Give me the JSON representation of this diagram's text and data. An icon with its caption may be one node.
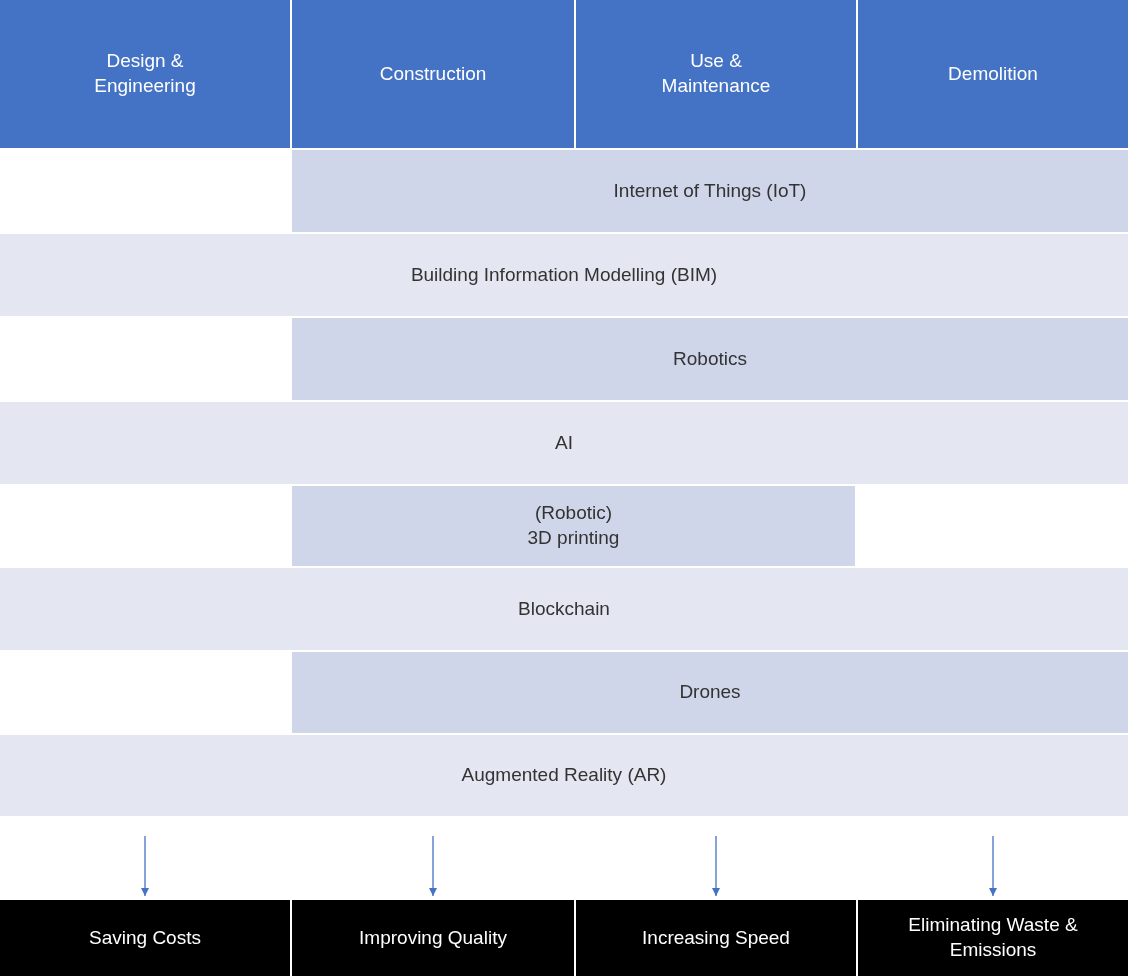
{
  "diagram": {
    "nodes": [
      {
        "text": [
          "Design & Engineering"
        ]
      },
      {
        "text": [
          "Construction"
        ]
      },
      {
        "text": [
          "Use & Maintenance"
        ]
      },
      {
        "text": [
          "Demolition"
        ]
      },
      {
        "text": [
          "Internet of Things (IoT)"
        ]
      },
      {
        "text": [
          "Building Information Modelling (BIM)"
        ]
      },
      {
        "text": [
          "Robotics"
        ]
      },
      {
        "text": [
          "AI"
        ]
      },
      {
        "text": [
          "(Robotic) 3D printing"
        ]
      },
      {
        "text": [
          "Blockchain"
        ]
      },
      {
        "text": [
          "Drones"
        ]
      },
      {
        "text": [
          "Augmented Reality (AR)"
        ]
      },
      {
        "text": [
          "Saving Costs"
        ]
      },
      {
        "text": [
          "Improving Quality"
        ]
      },
      {
        "text": [
          "Increasing Speed"
        ]
      },
      {
        "text": [
          "Eliminating Waste & Emissions"
        ]
      }
    ],
    "edges": [
      {
        "from": null,
        "to": 12,
        "arrow": "to"
      },
      {
        "from": null,
        "to": 13,
        "arrow": "to"
      },
      {
        "from": null,
        "to": 14,
        "arrow": "to"
      },
      {
        "from": null,
        "to": 15,
        "arrow": "to"
      }
    ]
  }
}
